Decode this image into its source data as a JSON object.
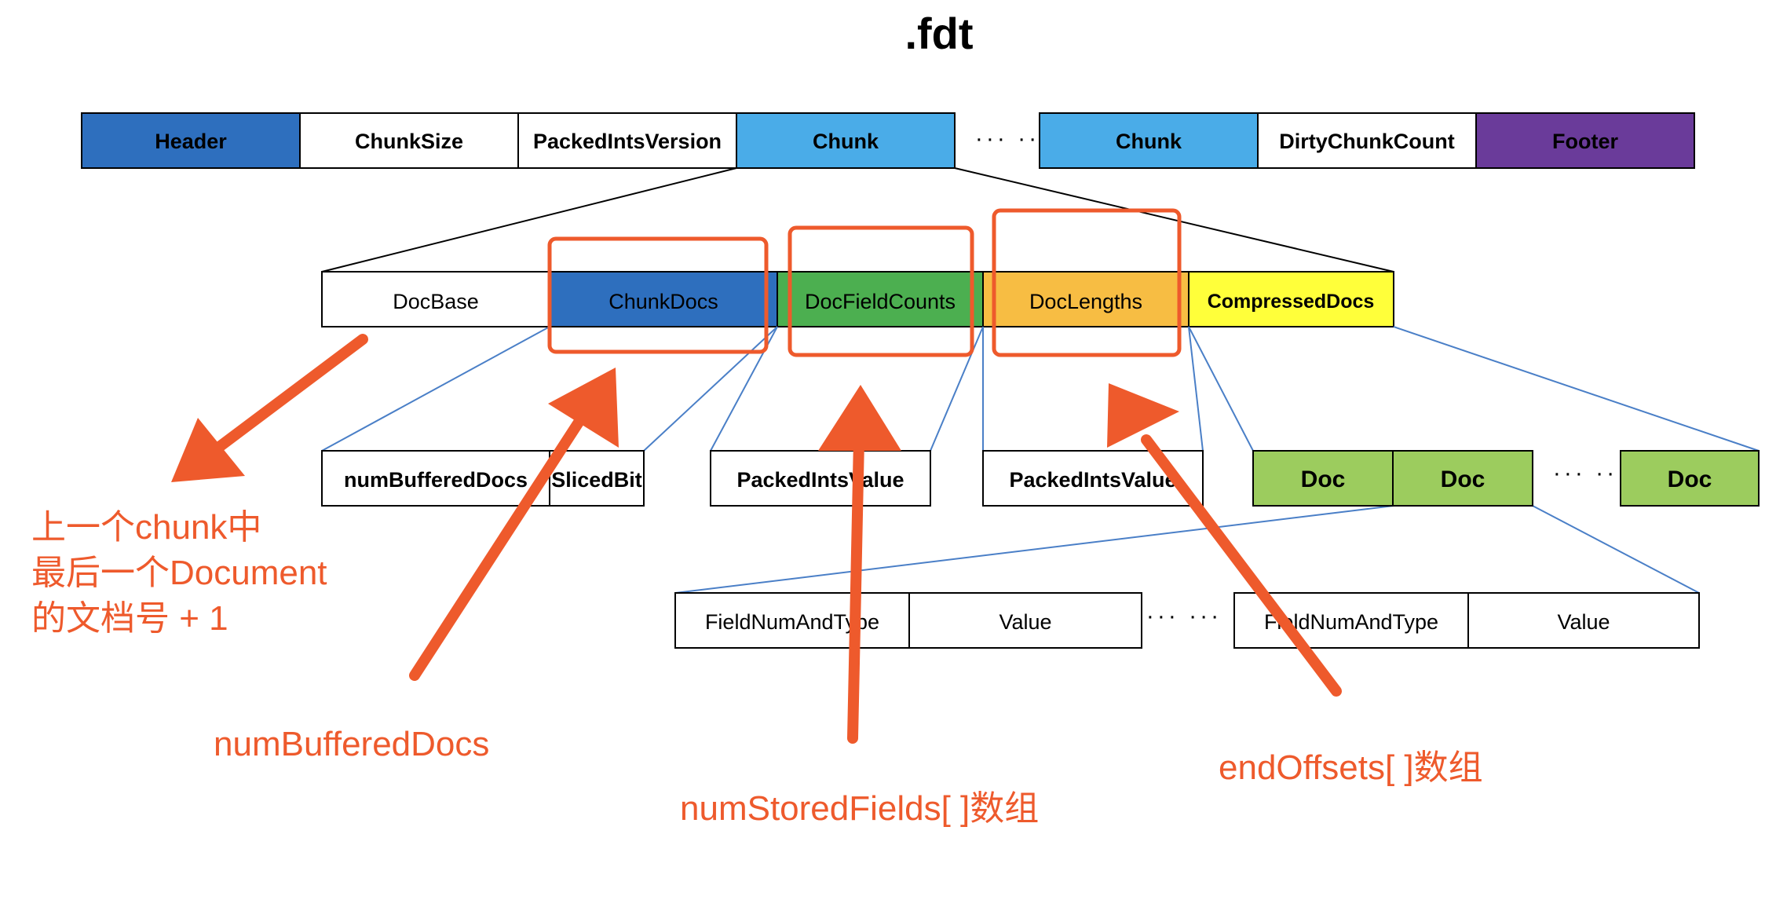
{
  "title": ".fdt",
  "colors": {
    "header": "#2e6fbe",
    "chunk": "#4aace8",
    "footer": "#6a3b9a",
    "chunk_docs": "#2e6fbe",
    "doc_field_counts": "#4caf50",
    "doc_lengths": "#f7bd43",
    "compressed_docs": "#ffff3a",
    "doc": "#9ccc5e",
    "highlight": "#ee5a2c",
    "connector": "#4a7fc7"
  },
  "top_row": [
    "Header",
    "ChunkSize",
    "PackedIntsVersion",
    "Chunk",
    "Chunk",
    "DirtyChunkCount",
    "Footer"
  ],
  "ellipsis": "··· ···",
  "chunk_row": [
    "DocBase",
    "ChunkDocs",
    "DocFieldCounts",
    "DocLengths",
    "CompressedDocs"
  ],
  "sub_row": {
    "num_buffered_docs": "numBufferedDocs",
    "sliced_bit": "SlicedBit",
    "packed_ints_value_1": "PackedIntsValue",
    "packed_ints_value_2": "PackedIntsValue",
    "doc_1": "Doc",
    "doc_2": "Doc",
    "doc_3": "Doc"
  },
  "field_row": [
    "FieldNumAndType",
    "Value",
    "FieldNumAndType",
    "Value"
  ],
  "annotations": {
    "doc_base_line1": "上一个chunk中",
    "doc_base_line2": "最后一个Document",
    "doc_base_line3": "的文档号 + 1",
    "chunk_docs": "numBufferedDocs",
    "doc_field_counts": "numStoredFields[ ]数组",
    "doc_lengths": "endOffsets[ ]数组"
  }
}
